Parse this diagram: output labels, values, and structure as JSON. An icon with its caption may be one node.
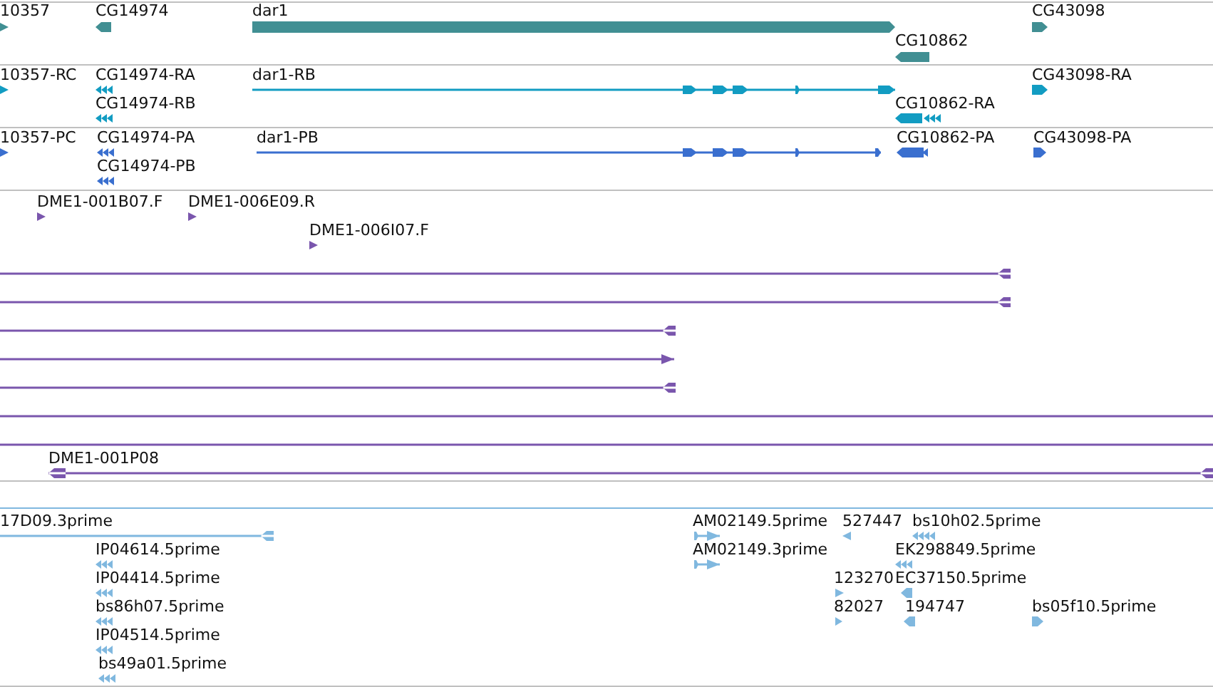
{
  "diagram": {
    "labels": [
      "10357",
      "CG14974",
      "dar1",
      "CG43098",
      "CG10862",
      "10357-RC",
      "CG14974-RA",
      "dar1-RB",
      "CG43098-RA",
      "CG14974-RB",
      "CG10862-RA",
      "10357-PC",
      "CG14974-PA",
      "dar1-PB",
      "CG10862-PA",
      "CG43098-PA",
      "CG14974-PB",
      "DME1-001B07.F",
      "DME1-006E09.R",
      "DME1-006I07.F",
      "DME1-001P08",
      "17D09.3prime",
      "AM02149.5prime",
      "527447",
      "bs10h02.5prime",
      "IP04614.5prime",
      "AM02149.3prime",
      "EK298849.5prime",
      "IP04414.5prime",
      "123270",
      "EC37150.5prime",
      "bs86h07.5prime",
      "82027",
      "194747",
      "bs05f10.5prime",
      "IP04514.5prime",
      "bs49a01.5prime"
    ]
  }
}
